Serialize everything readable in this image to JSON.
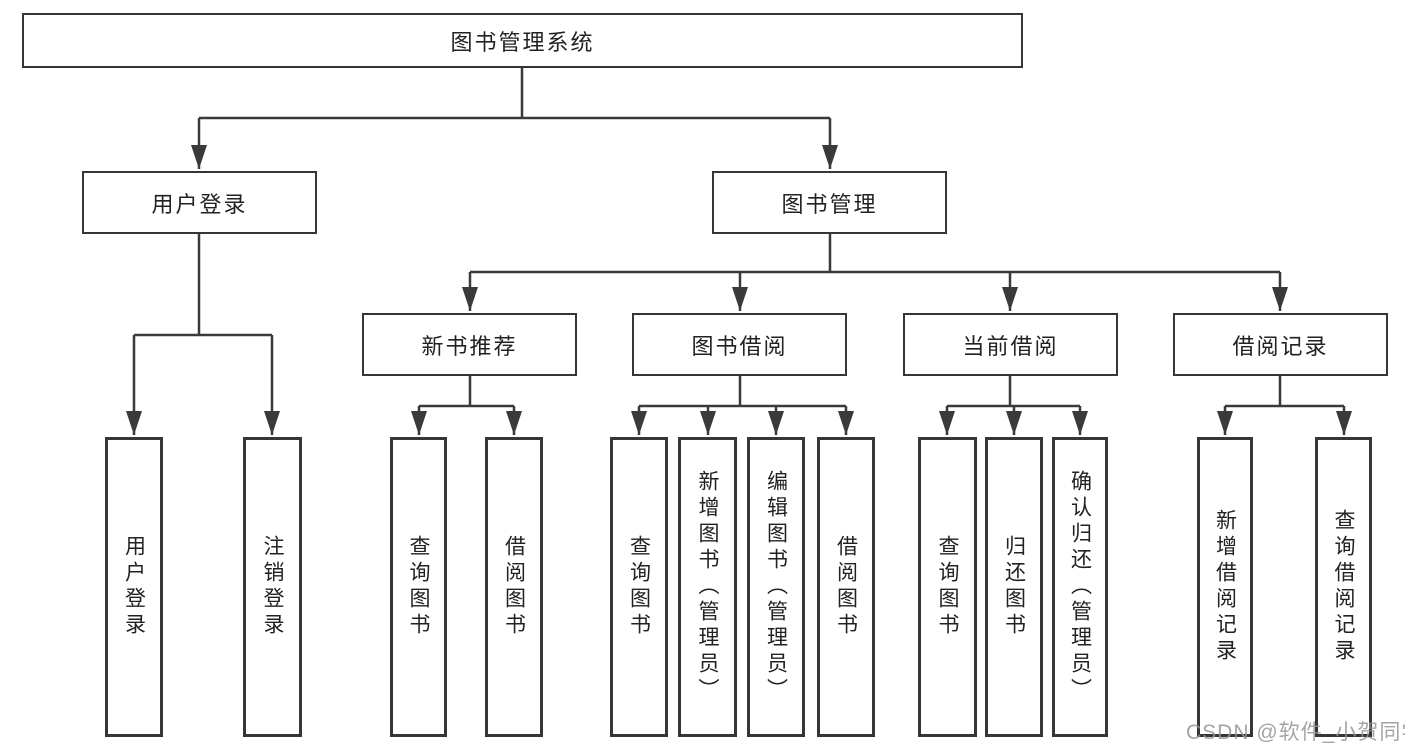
{
  "diagram": {
    "type": "hierarchy-diagram",
    "root": {
      "label": "图书管理系统"
    },
    "level2": {
      "user_login": {
        "label": "用户登录"
      },
      "book_management": {
        "label": "图书管理"
      }
    },
    "level3": {
      "new_book_recommend": {
        "label": "新书推荐"
      },
      "book_borrow": {
        "label": "图书借阅"
      },
      "current_borrow": {
        "label": "当前借阅"
      },
      "borrow_records": {
        "label": "借阅记录"
      }
    },
    "leaves": {
      "user_login": {
        "label": "用户登录"
      },
      "logout": {
        "label": "注销登录"
      },
      "recommend_query": {
        "label": "查询图书"
      },
      "recommend_borrow": {
        "label": "借阅图书"
      },
      "borrow_query": {
        "label": "查询图书"
      },
      "borrow_add": {
        "label": "新增图书（管理员）"
      },
      "borrow_edit": {
        "label": "编辑图书（管理员）"
      },
      "borrow_borrow": {
        "label": "借阅图书"
      },
      "current_query": {
        "label": "查询图书"
      },
      "current_return": {
        "label": "归还图书"
      },
      "current_confirm": {
        "label": "确认归还（管理员）"
      },
      "records_add": {
        "label": "新增借阅记录"
      },
      "records_query": {
        "label": "查询借阅记录"
      }
    }
  },
  "watermark": {
    "text": "CSDN @软件_小贺同学"
  },
  "colors": {
    "line": "#3a3a3a",
    "box_border": "#363636",
    "text": "#222222",
    "watermark": "#949499",
    "background": "#ffffff"
  }
}
